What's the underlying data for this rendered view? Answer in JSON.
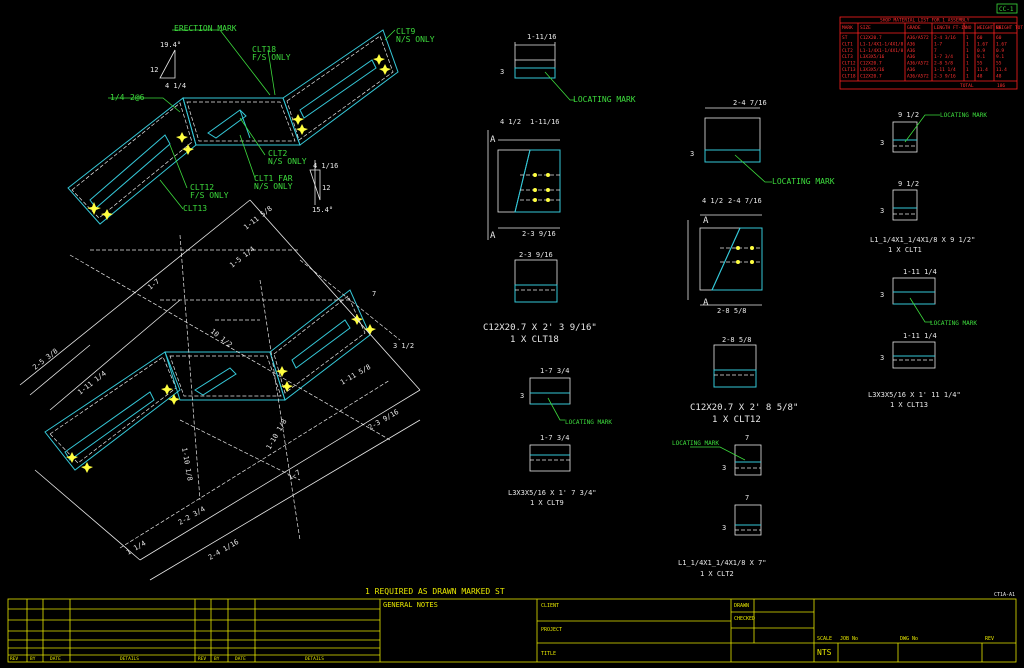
{
  "sheet_id": "CC-1",
  "bom": {
    "title": "SHOP MATERIAL LIST FOR 1 ASSEMBLY",
    "headers": [
      "MARK",
      "SIZE",
      "GRADE",
      "LENGTH FT-IN",
      "NO",
      "WEIGHT EA",
      "WEIGHT TOT"
    ],
    "rows": [
      [
        "ST",
        "C12X20.7",
        "A36/A572",
        "2-4 3/16",
        "1",
        "60",
        "60"
      ],
      [
        "CLT1",
        "L1-1/4X1-1/4X1/8",
        "A36",
        "1-7",
        "1",
        "1.67",
        "1.67"
      ],
      [
        "CLT2",
        "L1-1/4X1-1/4X1/8",
        "A36",
        "7",
        "1",
        "0.9",
        "0.9"
      ],
      [
        "CLT3",
        "L3X3X5/16",
        "A36",
        "1-7 3/4",
        "1",
        "9.1",
        "9.1"
      ],
      [
        "CLT12",
        "C12X20.7",
        "A36/A572",
        "2-8 5/8",
        "1",
        "55",
        "55"
      ],
      [
        "CLT13",
        "L3X3X5/16",
        "A36",
        "1-11 1/4",
        "1",
        "11.4",
        "11.4"
      ],
      [
        "CLT18",
        "C12X20.7",
        "A36/A572",
        "2-3 9/16",
        "1",
        "48",
        "48"
      ]
    ],
    "total_label": "TOTAL",
    "total_weight": "186"
  },
  "labels": {
    "erection_mark": "ERECTION MARK",
    "clt18_fs": "CLT18\nF/S ONLY",
    "clt9_ns": "CLT9\nN/S ONLY",
    "clt2_ns": "CLT2\nN/S ONLY",
    "clt1_far": "CLT1 FAR\nN/S ONLY",
    "clt12_fs": "CLT12\nF/S ONLY",
    "clt13": "CLT13",
    "weld": "1/4",
    "weld_spacing": "2@6",
    "angle_top": "19.4°",
    "angle_bot": "15.4°",
    "slope_top_a": "12",
    "slope_top_b": "4 1/4",
    "slope_bot_a": "4 1/16",
    "slope_bot_b": "12"
  },
  "details": {
    "locating_mark": "LOCATING MARK",
    "d1_dim": "1-11/16",
    "d1_left": "3",
    "clt18_caption": "C12X20.7 X 2' 3 9/16\"",
    "clt18_sub": "1 X CLT18",
    "clt18_dim_a": "4 1/2",
    "clt18_dim_b": "1-11/16",
    "clt18_dim_c": "2-3 9/16",
    "clt12_caption": "C12X20.7 X 2' 8 5/8\"",
    "clt12_sub": "1 X CLT12",
    "clt12_dim_a": "4 1/2",
    "clt12_dim_b": "2-4 7/16",
    "clt12_dim_c": "2-8 5/8",
    "clt9_caption": "L3X3X5/16 X 1' 7 3/4\"",
    "clt9_sub": "1 X CLT9",
    "clt9_dim": "1-7 3/4",
    "clt2_caption": "L1_1/4X1_1/4X1/8 X 7\"",
    "clt2_sub": "1 X CLT2",
    "clt2_dim": "7",
    "clt1_caption": "L1_1/4X1_1/4X1/8 X 9 1/2\"",
    "clt1_sub": "1 X CLT1",
    "clt1_dim": "9 1/2",
    "clt13_caption": "L3X3X5/16 X 1' 11 1/4\"",
    "clt13_sub": "1 X CLT13",
    "clt13_dim": "1-11 1/4",
    "section_a": "A"
  },
  "plan_dims": {
    "d1": "1-7",
    "d2": "2-5 3/8",
    "d3": "1-11 1/4",
    "d4": "1-5 1/4",
    "d5": "10 1/2",
    "d6": "1-10 1/8",
    "d7": "2-2 3/4",
    "d8": "1-7",
    "d9": "2-4 1/16",
    "d10": "1 1/4",
    "d11": "7",
    "d12": "3 1/2",
    "d13": "2-3 9/16",
    "d14": "1-11 5/8"
  },
  "note": "1 REQUIRED AS DRAWN MARKED ST",
  "rev_tag": "CT1A-A1",
  "titleblock": {
    "general_notes": "GENERAL NOTES",
    "client": "CLIENT",
    "project": "PROJECT",
    "title": "TITLE",
    "drawn": "DRAWN",
    "checked": "CHECKED",
    "scale": "SCALE",
    "scale_val": "NTS",
    "job_no": "JOB No",
    "dwg_no": "DWG No",
    "rev": "REV",
    "rev_hdr": [
      "REV",
      "BY",
      "DATE",
      "DETAILS"
    ],
    "rev_hdr2": [
      "REV",
      "BY",
      "DATE",
      "DETAILS"
    ]
  }
}
